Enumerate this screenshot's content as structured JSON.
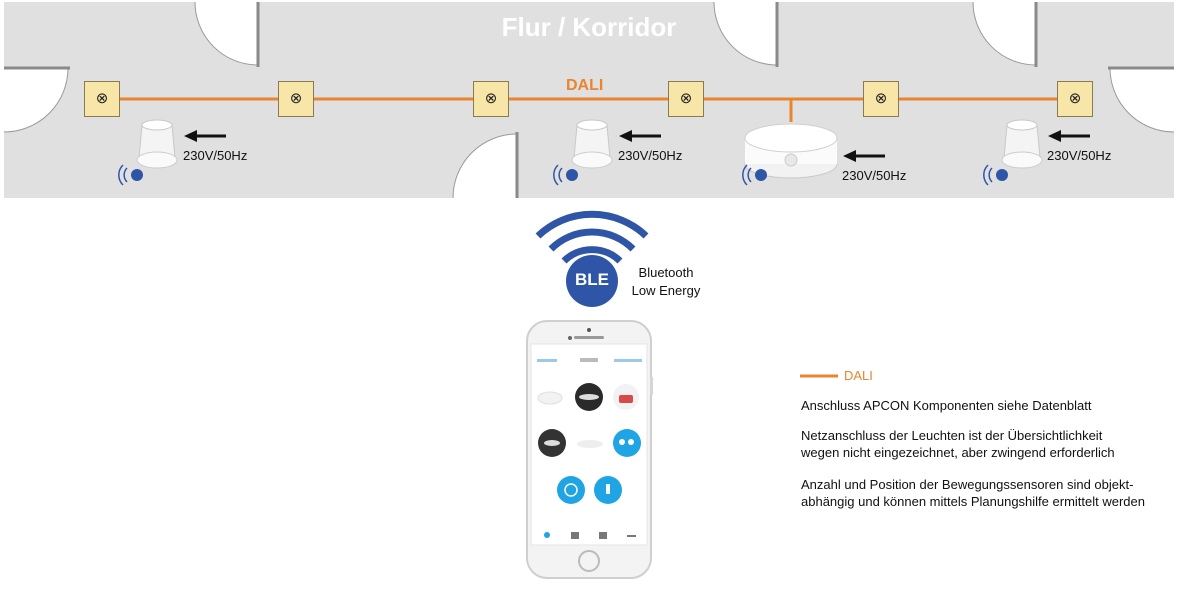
{
  "floorplan": {
    "corridor_title": "Flur / Korridor",
    "dali_label": "DALI",
    "luminaire_symbol": "⊗",
    "luminaire_count": 6,
    "power_labels": [
      "230V/50Hz",
      "230V/50Hz",
      "230V/50Hz",
      "230V/50Hz"
    ],
    "sensors": [
      "downlight-sensor",
      "downlight-sensor",
      "ceiling-sensor",
      "downlight-sensor"
    ]
  },
  "ble": {
    "badge": "BLE",
    "label_line1": "Bluetooth",
    "label_line2": "Low Energy"
  },
  "legend": {
    "dali": "DALI",
    "note1": "Anschluss APCON Komponenten siehe Datenblatt",
    "note2_line1": "Netzanschluss der Leuchten ist der Übersichtlichkeit",
    "note2_line2": "wegen nicht eingezeichnet, aber zwingend erforderlich",
    "note3_line1": "Anzahl und Position der Bewegungssensoren sind objekt-",
    "note3_line2": "abhängig und können mittels Planungshilfe ermittelt werden"
  },
  "colors": {
    "dali": "#e8852e",
    "ble": "#2f56a6",
    "floor": "#e0e0e0",
    "luminaire": "#f7e6a8"
  }
}
